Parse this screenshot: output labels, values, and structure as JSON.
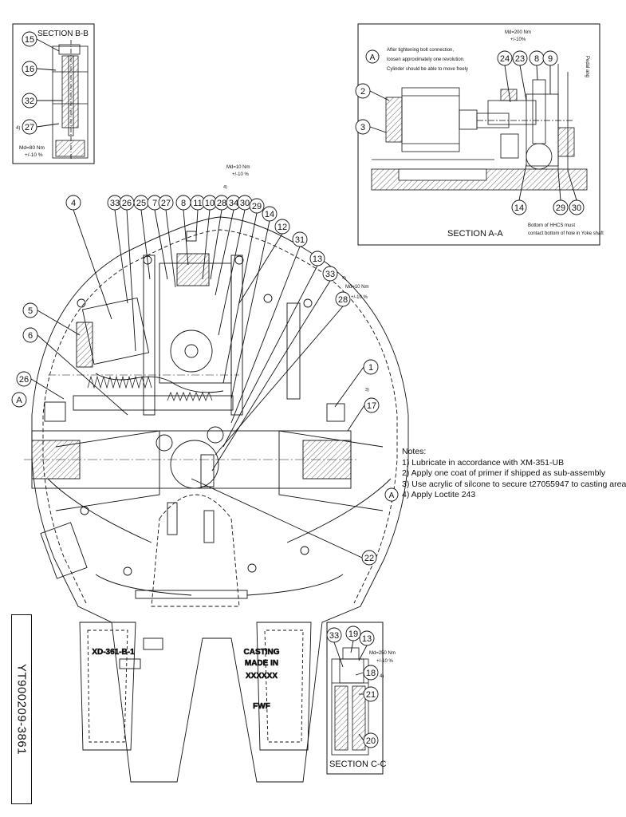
{
  "section_bb": {
    "title": "SECTION  B-B",
    "torque": "Md=80 Nm",
    "tolerance": "+/-10 %",
    "note_ref": "4)",
    "balloons": [
      "15",
      "16",
      "32",
      "27"
    ]
  },
  "section_aa": {
    "title": "SECTION A-A",
    "ref_letter": "A",
    "instruction_lines": [
      "After tightening bolt connection,",
      "loosen approximately one revolution.",
      "Cylinder should be able to move freely"
    ],
    "torque": "Md=200 Nm",
    "tolerance": "+/-10%",
    "side_label": "Pedal ang",
    "balloons_top": [
      "24",
      "23",
      "8",
      "9"
    ],
    "balloons_left": [
      "2",
      "3"
    ],
    "balloons_bottom": [
      "14",
      "29",
      "30"
    ],
    "bottom_note_lines": [
      "Bottom of HHCS must",
      "contact bottom of hole in Yoke shaft"
    ]
  },
  "main_view": {
    "torque_top": "Md=10 Nm",
    "tolerance_top": "+/-10 %",
    "note_ref_top": "4)",
    "torque_right": "Md=10 Nm",
    "tolerance_right": "+/-10 %",
    "note_ref_right": "4)",
    "note_ref_3": "3)",
    "section_ref": "A",
    "balloons_top": [
      "33",
      "26",
      "25",
      "7",
      "27",
      "8",
      "11",
      "10",
      "28",
      "34",
      "30",
      "29",
      "14",
      "12",
      "31",
      "13",
      "33",
      "28"
    ],
    "balloon_4": "4",
    "balloons_left": [
      "5",
      "6",
      "26"
    ],
    "balloons_right": [
      "1",
      "17",
      "22"
    ],
    "casting_text_left": "XD-361-B-1",
    "casting_text_right": [
      "CASTING",
      "MADE IN",
      "XXXXXX",
      "FWF"
    ]
  },
  "notes": {
    "title": "Notes:",
    "ref_letter": "A",
    "items": [
      "1) Lubricate in accordance with XM-351-UB",
      "2) Apply one coat of primer if shipped as sub-assembly",
      "3) Use acrylic of silcone to secure t27055947 to casting area",
      "4) Apply Loctite 243"
    ]
  },
  "section_cc": {
    "title": "SECTION  C-C",
    "torque": "Md=250 Nm",
    "tolerance": "+/-10 %",
    "note_ref": "4)",
    "balloons_top": [
      "33",
      "19",
      "13"
    ],
    "balloons_right": [
      "18",
      "21",
      "20"
    ]
  },
  "document_id": "YT900209-3861",
  "colors": {
    "line": "#111111",
    "paper": "#ffffff",
    "hidden": "#555555"
  }
}
